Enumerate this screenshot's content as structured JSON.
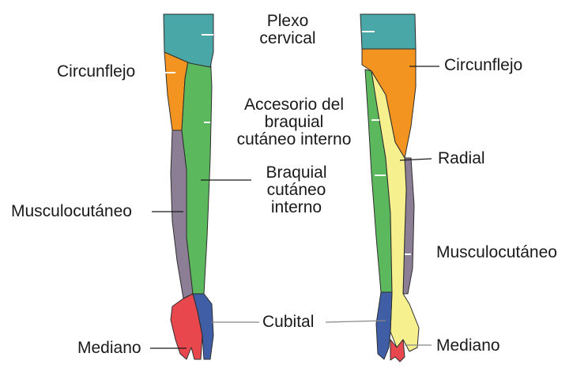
{
  "labels": {
    "plexo_cervical": [
      "Plexo",
      "cervical"
    ],
    "circunflejo_left": "Circunflejo",
    "accesorio": [
      "Accesorio del",
      "braquial",
      "cutáneo interno"
    ],
    "braquial_cutaneo": [
      "Braquial",
      "cutáneo",
      "interno"
    ],
    "musculocutaneo_left": "Musculocutáneo",
    "cubital": "Cubital",
    "mediano_left": "Mediano",
    "circunflejo_right": "Circunflejo",
    "radial": "Radial",
    "musculocutaneo_right": "Musculocutáneo",
    "mediano_right": "Mediano"
  },
  "colors": {
    "plexo_cervical": "#4aa7a7",
    "circunflejo": "#f39320",
    "braquial": "#5cb85c",
    "musculocutaneo": "#8c7f95",
    "mediano": "#e8474e",
    "cubital": "#3f5ea6",
    "radial": "#f7f08e"
  }
}
